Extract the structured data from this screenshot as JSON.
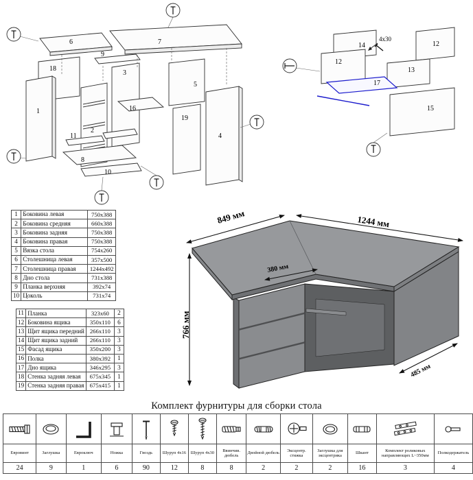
{
  "diagram_left": {
    "labels": [
      "6",
      "7",
      "9",
      "18",
      "1",
      "3",
      "2",
      "16",
      "5",
      "19",
      "4",
      "11",
      "8",
      "10"
    ]
  },
  "diagram_right": {
    "labels": [
      "14",
      "12",
      "12",
      "13",
      "17",
      "15"
    ],
    "screw_note": "4x30"
  },
  "desk": {
    "dim_left": "849 мм",
    "dim_right": "1244 мм",
    "dim_height": "766 мм",
    "dim_inner": "380 мм",
    "dim_side": "485 мм",
    "colors": {
      "top": "#97999c",
      "front": "#8a8c8f",
      "side": "#828487",
      "cavity": "#5d5f61"
    }
  },
  "parts_table_a": {
    "rows": [
      {
        "num": "1",
        "name": "Боковина левая",
        "size": "750x388"
      },
      {
        "num": "2",
        "name": "Боковина средняя",
        "size": "660x388"
      },
      {
        "num": "3",
        "name": "Боковина задняя",
        "size": "750x388"
      },
      {
        "num": "4",
        "name": "Боковина правая",
        "size": "750x388"
      },
      {
        "num": "5",
        "name": "Вязка стола",
        "size": "754x260"
      },
      {
        "num": "6",
        "name": "Столешница левая",
        "size": "357x500"
      },
      {
        "num": "7",
        "name": "Столешница правая",
        "size": "1244x492"
      },
      {
        "num": "8",
        "name": "Дно стола",
        "size": "731x388"
      },
      {
        "num": "9",
        "name": "Планка верхняя",
        "size": "392x74"
      },
      {
        "num": "10",
        "name": "Цоколь",
        "size": "731x74"
      }
    ]
  },
  "parts_table_b": {
    "rows": [
      {
        "num": "11",
        "name": "Планка",
        "size": "323x60",
        "qty": "2"
      },
      {
        "num": "12",
        "name": "Боковина ящика",
        "size": "350x110",
        "qty": "6"
      },
      {
        "num": "13",
        "name": "Щит ящика передний",
        "size": "266x110",
        "qty": "3"
      },
      {
        "num": "14",
        "name": "Щит ящика задний",
        "size": "266x110",
        "qty": "3"
      },
      {
        "num": "15",
        "name": "Фасад ящика",
        "size": "350x200",
        "qty": "3"
      },
      {
        "num": "16",
        "name": "Полка",
        "size": "380x392",
        "qty": "1"
      },
      {
        "num": "17",
        "name": "Дно ящика",
        "size": "346x295",
        "qty": "3"
      },
      {
        "num": "18",
        "name": "Стенка задняя левая",
        "size": "675x345",
        "qty": "1"
      },
      {
        "num": "19",
        "name": "Стенка задняя правая",
        "size": "675x415",
        "qty": "1"
      }
    ]
  },
  "hardware": {
    "title": "Комплект фурнитуры для сборки стола",
    "items": [
      {
        "name": "Евровинт",
        "qty": "24",
        "icon": "euro-screw-icon"
      },
      {
        "name": "Заглушка",
        "qty": "9",
        "icon": "cap-icon"
      },
      {
        "name": "Евроключ",
        "qty": "1",
        "icon": "hex-key-icon"
      },
      {
        "name": "Ножка",
        "qty": "6",
        "icon": "foot-icon"
      },
      {
        "name": "Гвоздь",
        "qty": "90",
        "icon": "nail-icon"
      },
      {
        "name": "Шуруп 4x16",
        "qty": "12",
        "icon": "screw-small-icon"
      },
      {
        "name": "Шуруп 4x30",
        "qty": "8",
        "icon": "screw-large-icon"
      },
      {
        "name": "Ввинчив. дюбель",
        "qty": "8",
        "icon": "screw-in-dowel-icon"
      },
      {
        "name": "Двойной дюбель",
        "qty": "2",
        "icon": "double-dowel-icon"
      },
      {
        "name": "Эксцентр. стяжка",
        "qty": "2",
        "icon": "eccentric-cam-icon"
      },
      {
        "name": "Заглушка для эксцентрика",
        "qty": "2",
        "icon": "eccentric-cap-icon"
      },
      {
        "name": "Шкант",
        "qty": "16",
        "icon": "wood-dowel-icon"
      },
      {
        "name": "Комплект роликовых направляющих L~350мм",
        "qty": "3",
        "icon": "drawer-slides-icon"
      },
      {
        "name": "Полкодержатель",
        "qty": "4",
        "icon": "shelf-pin-icon"
      }
    ]
  }
}
